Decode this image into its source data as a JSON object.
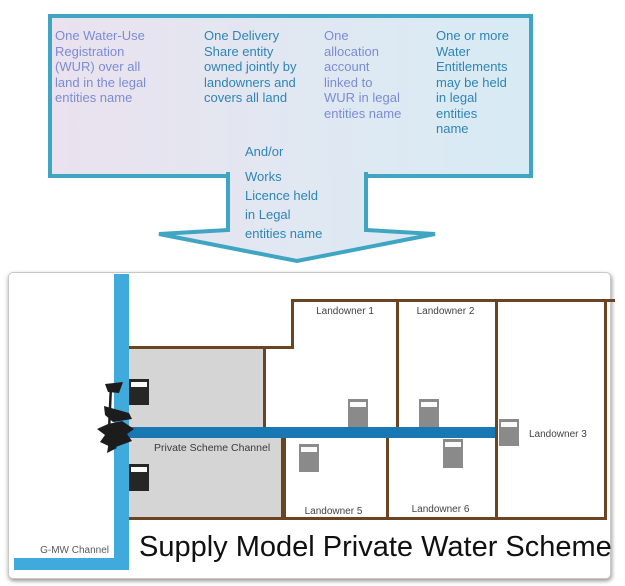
{
  "info_box": {
    "columns": [
      {
        "text": "One Water-Use\nRegistration\n(WUR) over all\nland in the legal\nentities name"
      },
      {
        "text": "One Delivery\nShare entity\nowned jointly by\nlandowners and\ncovers all land"
      },
      {
        "text": "One\nallocation\naccount\nlinked to\nWUR in legal\nentities name"
      },
      {
        "text": "One or more\nWater\nEntitlements\nmay be held\nin legal\nentities\nname"
      }
    ],
    "arrow_note": {
      "conjunction": "And/or",
      "text": "Works\nLicence held\nin Legal\nentities name"
    }
  },
  "diagram": {
    "title": "Supply Model Private Water Scheme",
    "channels": {
      "gmw_label": "G-MW Channel",
      "private_label": "Private Scheme Channel"
    },
    "parcels": [
      {
        "label": "Landowner 1"
      },
      {
        "label": "Landowner 2"
      },
      {
        "label": "Landowner 3"
      },
      {
        "label": "Landowner 5"
      },
      {
        "label": "Landowner 6"
      }
    ]
  },
  "colors": {
    "box_border_teal": "#3FA5C3",
    "box_gradient_left": "#EAE2EE",
    "box_gradient_right": "#D7EBF4",
    "text_periwinkle": "#7B8CD4",
    "text_steel_blue": "#2E85B5",
    "gmw_channel_blue": "#41AADD",
    "private_channel_blue": "#1878B4",
    "parcel_border_brown": "#6B4423",
    "scheme_area_gray": "#D5D5D5",
    "meter_gray": "#8A8A8A",
    "meter_black": "#262626"
  }
}
